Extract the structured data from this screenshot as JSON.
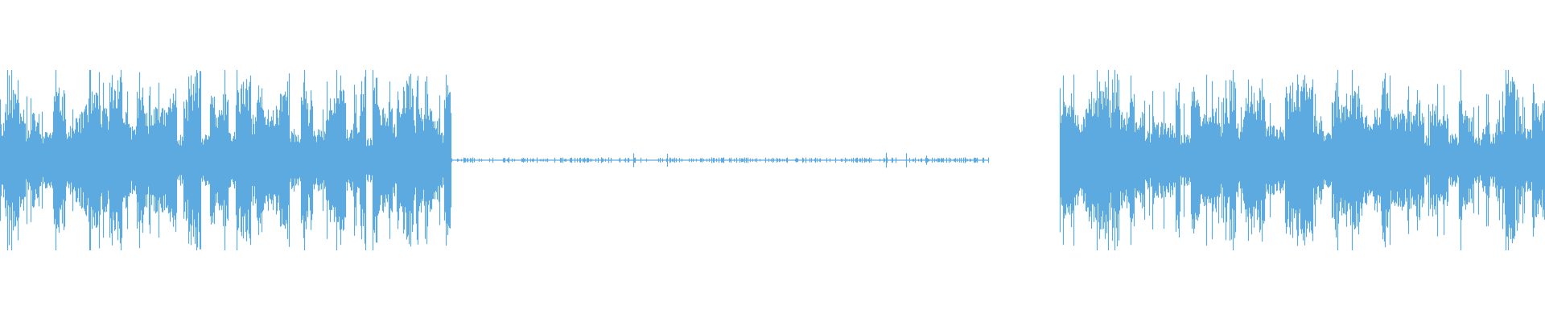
{
  "waveform": {
    "color": "#5DAAE0",
    "background": "#FFFFFF",
    "segments": [
      {
        "type": "loud",
        "start": 0.0,
        "end": 0.292,
        "peak": 1.0,
        "seed": 11
      },
      {
        "type": "quiet",
        "start": 0.292,
        "end": 0.685,
        "peak": 0.06,
        "seed": 23
      },
      {
        "type": "loud",
        "start": 0.686,
        "end": 1.0,
        "peak": 1.0,
        "seed": 37
      }
    ]
  }
}
